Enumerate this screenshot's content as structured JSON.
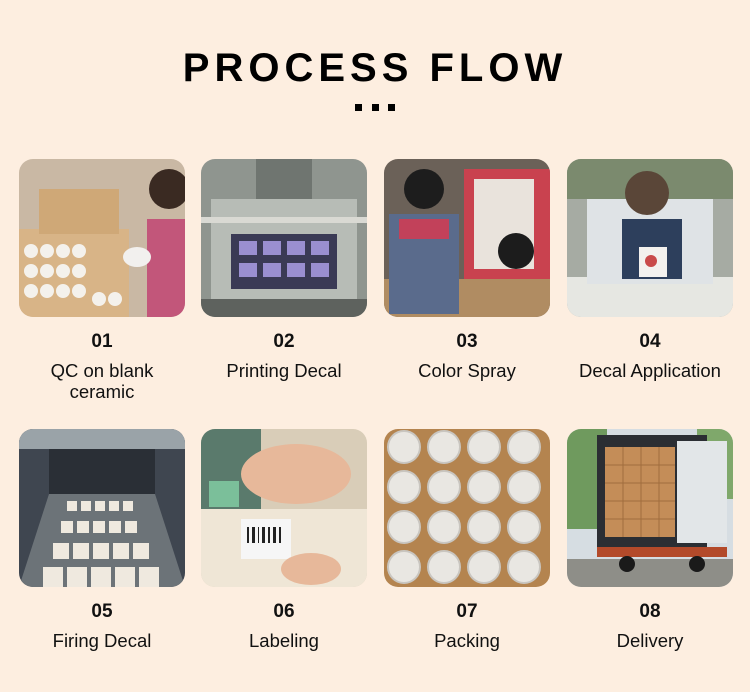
{
  "header": {
    "title": "PROCESS FLOW"
  },
  "steps": [
    {
      "number": "01",
      "label": "QC on blank ceramic"
    },
    {
      "number": "02",
      "label": "Printing Decal"
    },
    {
      "number": "03",
      "label": "Color Spray"
    },
    {
      "number": "04",
      "label": "Decal Application"
    },
    {
      "number": "05",
      "label": "Firing Decal"
    },
    {
      "number": "06",
      "label": "Labeling"
    },
    {
      "number": "07",
      "label": "Packing"
    },
    {
      "number": "08",
      "label": "Delivery"
    }
  ]
}
